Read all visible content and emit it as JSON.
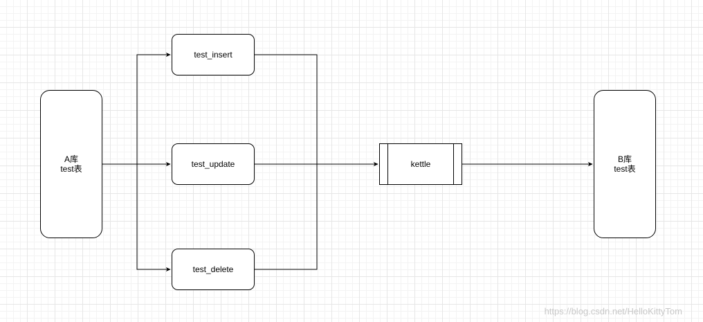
{
  "source_db": {
    "line1": "A库",
    "line2": "test表"
  },
  "target_db": {
    "line1": "B库",
    "line2": "test表"
  },
  "steps": [
    {
      "label": "test_insert"
    },
    {
      "label": "test_update"
    },
    {
      "label": "test_delete"
    }
  ],
  "process": {
    "label": "kettle"
  },
  "watermark": "https://blog.csdn.net/HelloKittyTom"
}
